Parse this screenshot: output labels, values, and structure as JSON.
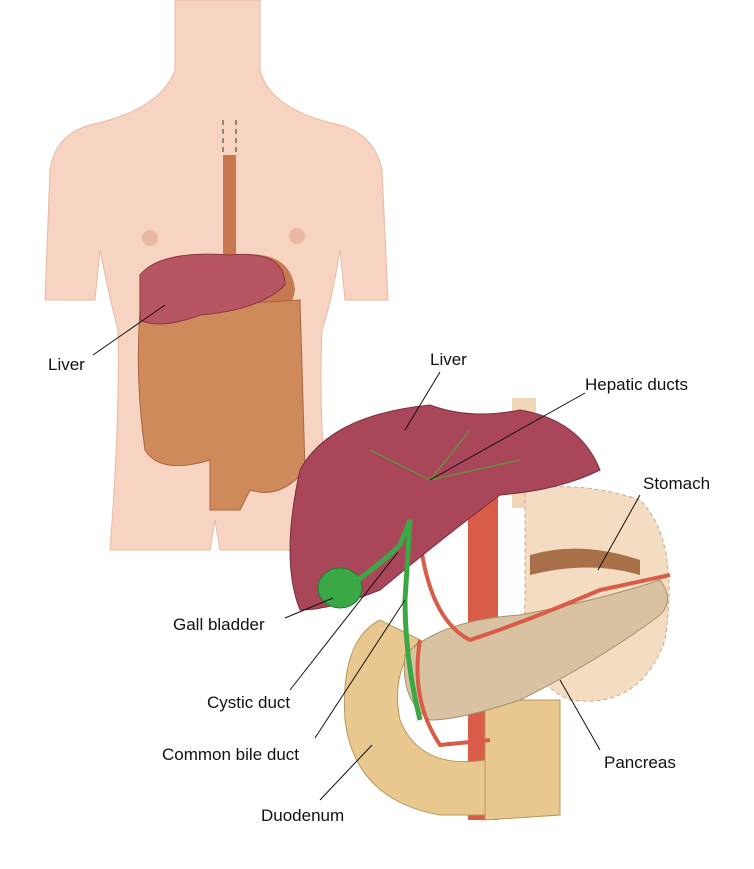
{
  "labels": {
    "torso_liver": "Liver",
    "liver": "Liver",
    "hepatic_ducts": "Hepatic ducts",
    "stomach": "Stomach",
    "gall_bladder": "Gall bladder",
    "cystic_duct": "Cystic duct",
    "common_bile_duct": "Common bile duct",
    "duodenum": "Duodenum",
    "pancreas": "Pancreas"
  },
  "colors": {
    "skin": "#f7d3c1",
    "liver": "#a9465a",
    "bile_duct": "#3aa845",
    "artery": "#d85c47",
    "intestine": "#cf8a5c",
    "duodenum": "#e8c88f",
    "pancreas": "#d8c2a2",
    "stomach": "#f3dcc1"
  }
}
